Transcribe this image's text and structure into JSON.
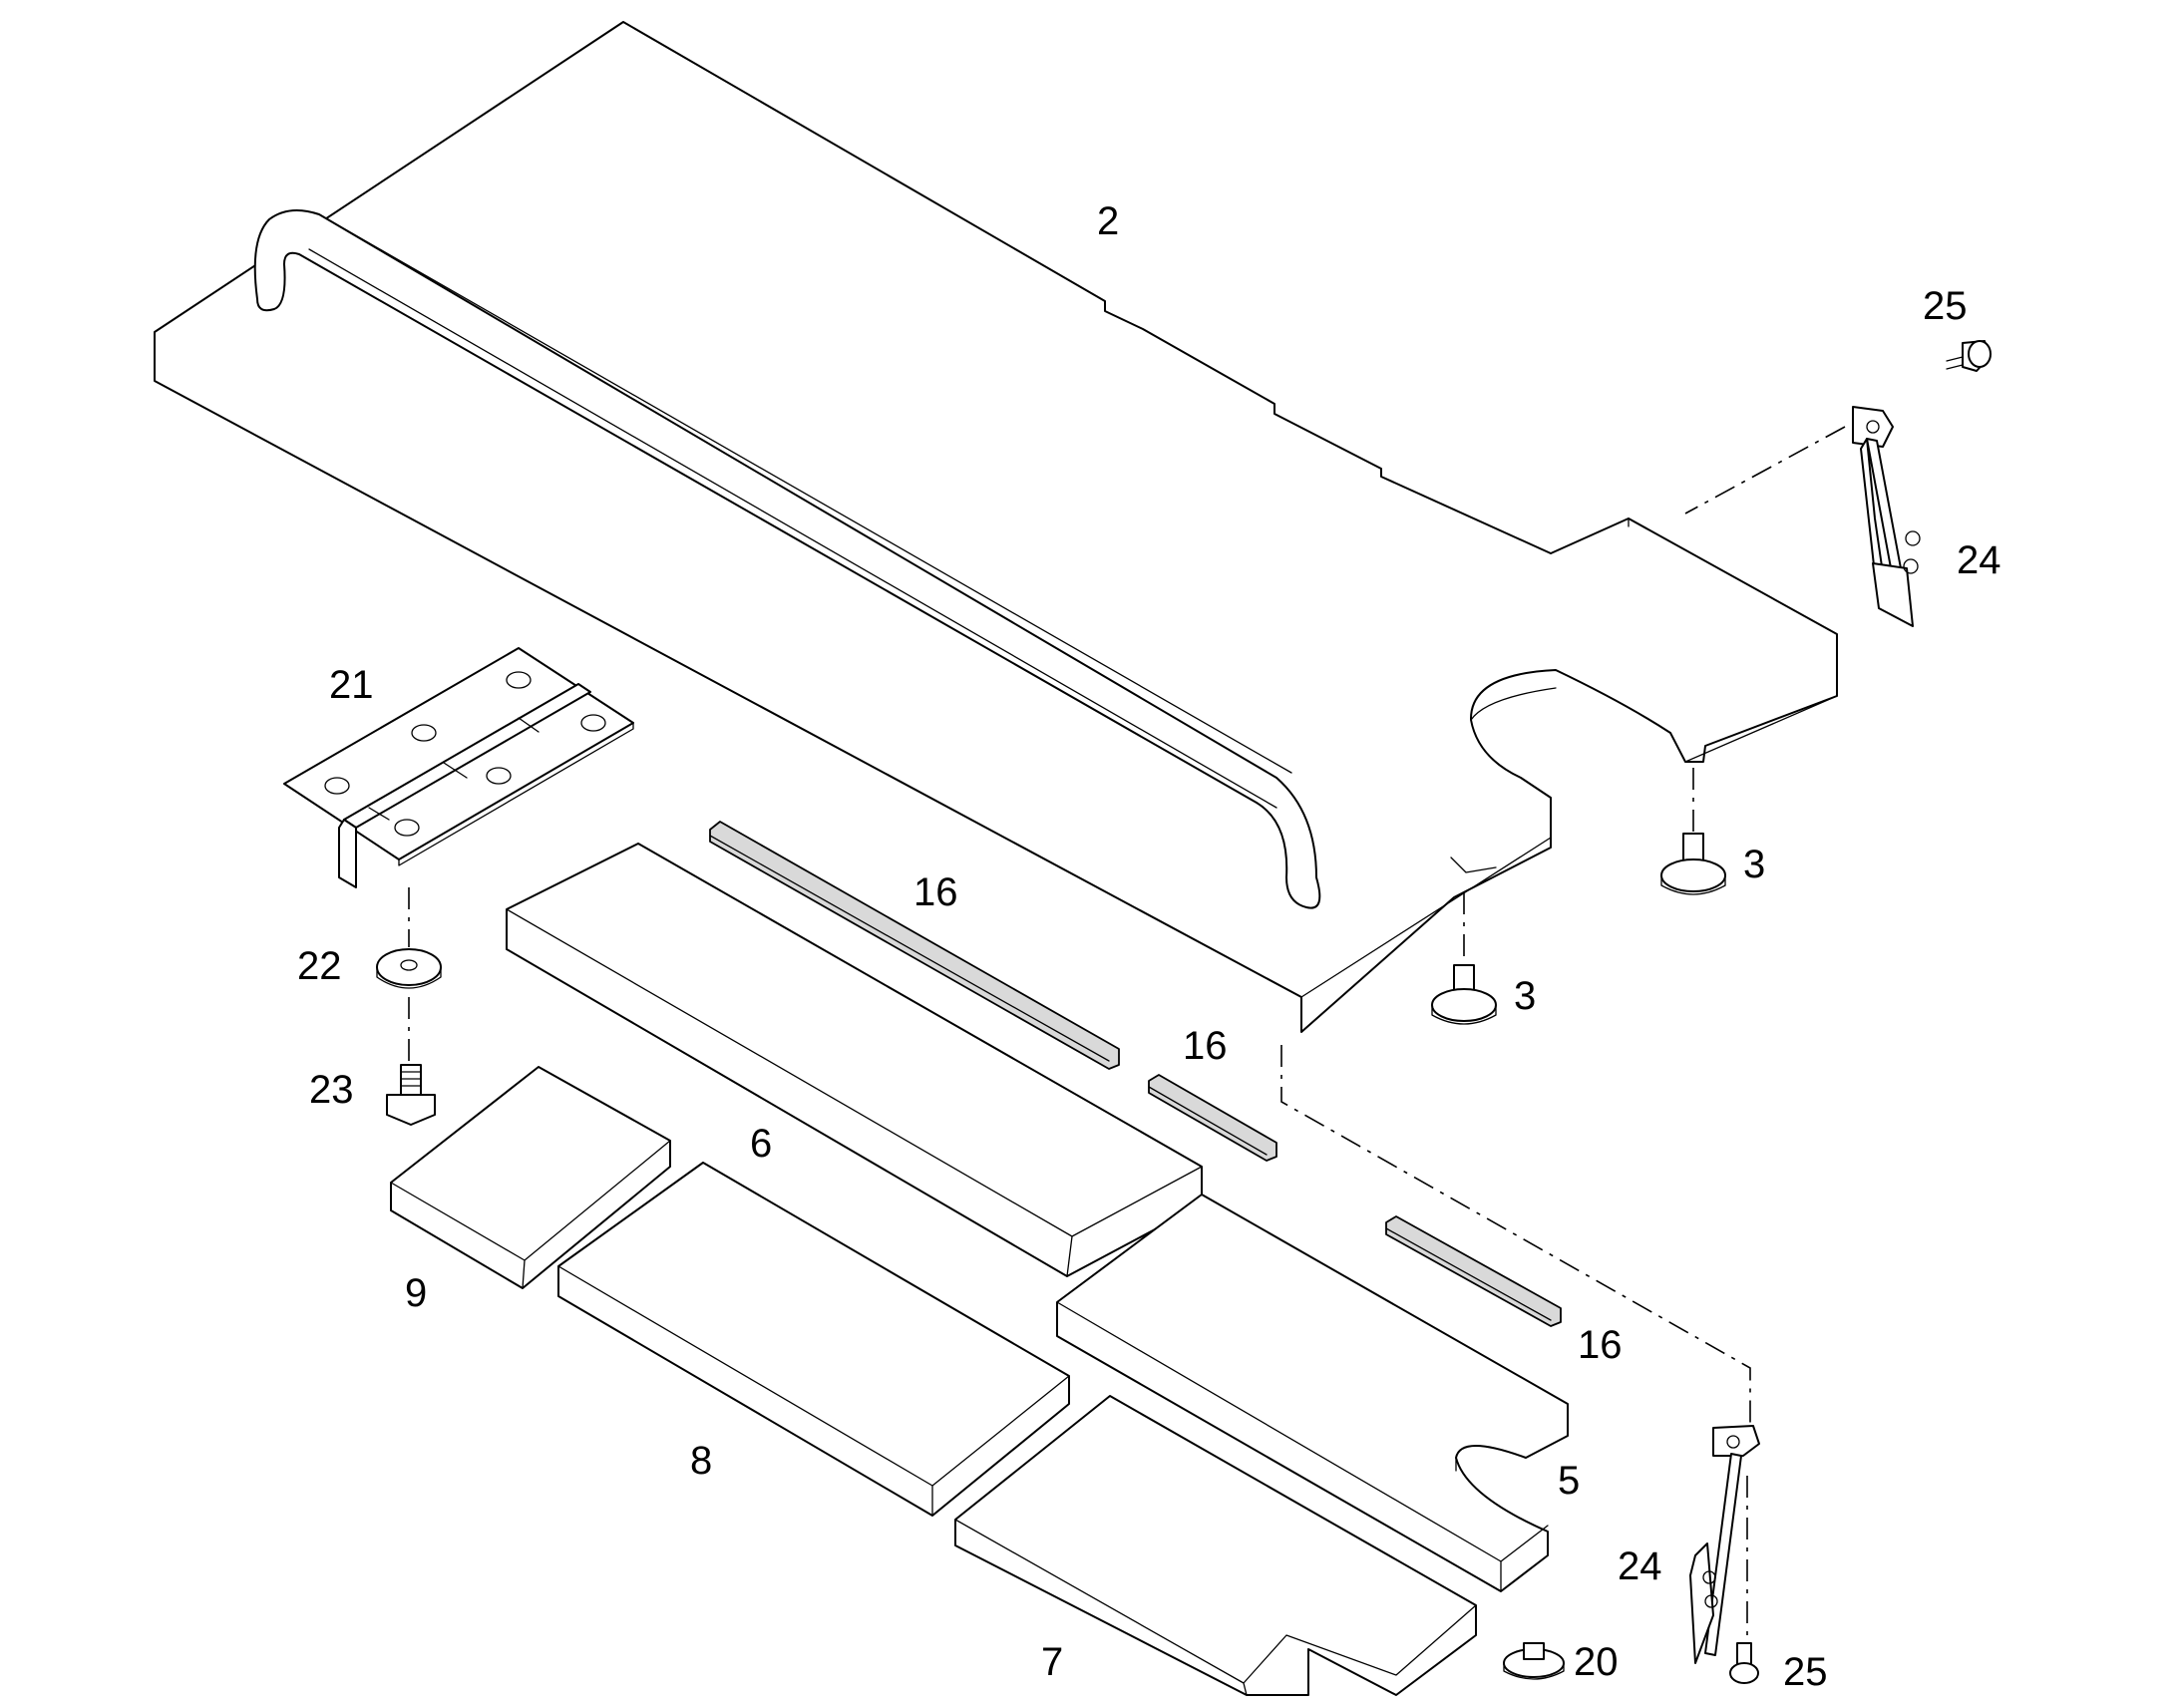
{
  "labels": {
    "p2": "2",
    "p3a": "3",
    "p3b": "3",
    "p5": "5",
    "p6": "6",
    "p7": "7",
    "p8": "8",
    "p9": "9",
    "p16a": "16",
    "p16b": "16",
    "p16c": "16",
    "p20": "20",
    "p21": "21",
    "p22": "22",
    "p23": "23",
    "p24a": "24",
    "p24b": "24",
    "p25a": "25",
    "p25b": "25"
  },
  "colors": {
    "line": "#000000",
    "background": "#ffffff",
    "shade": "#d9d9d9"
  }
}
